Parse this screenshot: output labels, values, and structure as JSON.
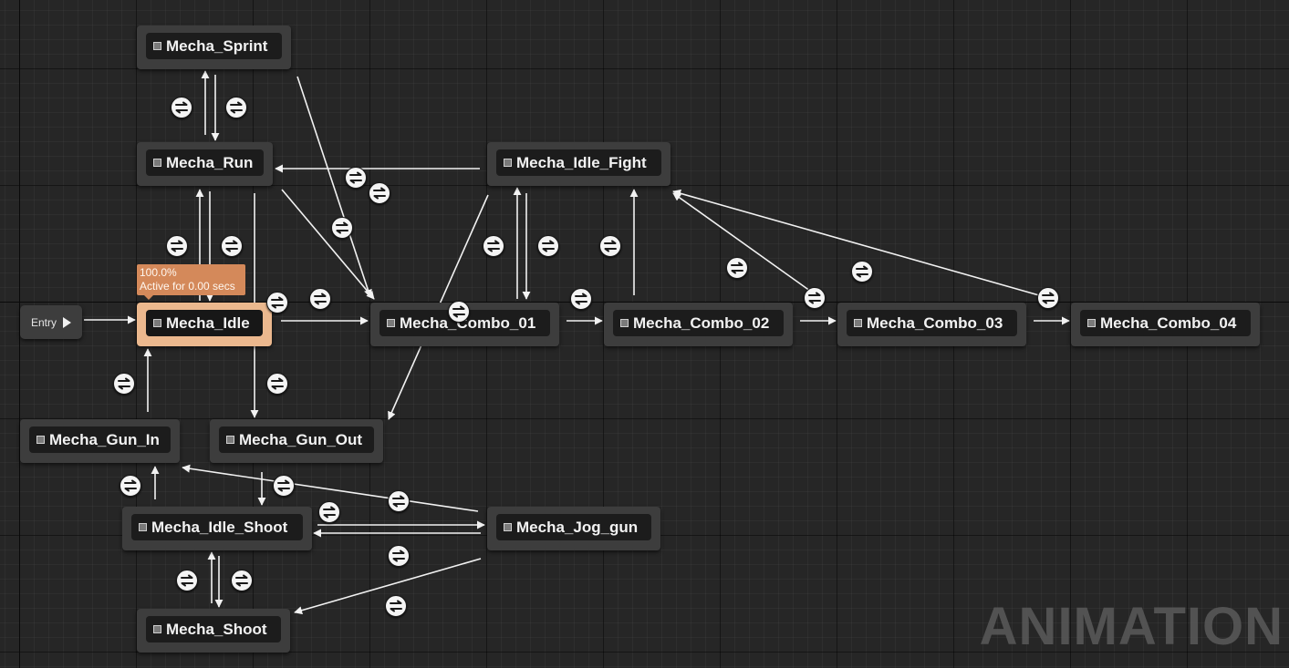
{
  "graph": {
    "watermark": "ANIMATION",
    "entry_label": "Entry",
    "active_tooltip": {
      "percent": "100.0%",
      "status": "Active for 0.00 secs"
    },
    "accent_active": "#ebb88e",
    "states": [
      {
        "id": "sprint",
        "name": "Mecha_Sprint"
      },
      {
        "id": "run",
        "name": "Mecha_Run"
      },
      {
        "id": "idle_fight",
        "name": "Mecha_Idle_Fight"
      },
      {
        "id": "idle",
        "name": "Mecha_Idle"
      },
      {
        "id": "combo_01",
        "name": "Mecha_Combo_01"
      },
      {
        "id": "combo_02",
        "name": "Mecha_Combo_02"
      },
      {
        "id": "combo_03",
        "name": "Mecha_Combo_03"
      },
      {
        "id": "combo_04",
        "name": "Mecha_Combo_04"
      },
      {
        "id": "gun_in",
        "name": "Mecha_Gun_In"
      },
      {
        "id": "gun_out",
        "name": "Mecha_Gun_Out"
      },
      {
        "id": "idle_shoot",
        "name": "Mecha_Idle_Shoot"
      },
      {
        "id": "jog_gun",
        "name": "Mecha_Jog_gun"
      },
      {
        "id": "shoot",
        "name": "Mecha_Shoot"
      }
    ]
  }
}
